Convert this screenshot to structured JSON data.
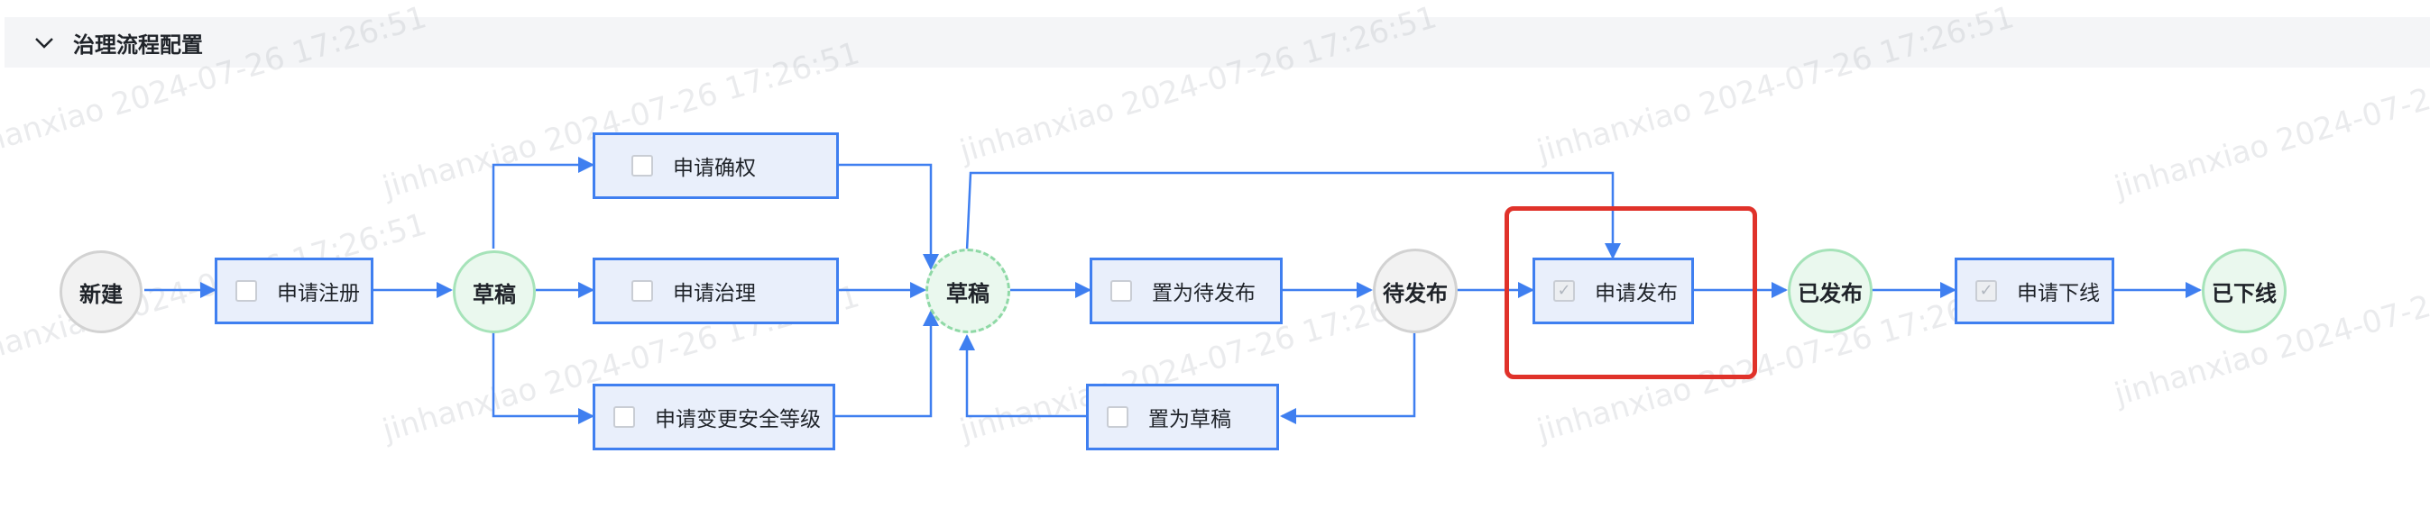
{
  "header": {
    "title": "治理流程配置",
    "toggle_icon": "chevron-down-icon"
  },
  "watermark_text": "jinhanxiao 2024-07-26 17:26:51",
  "colors": {
    "accent": "#3f7ff0",
    "highlight": "#e0322a",
    "state_green": "#a6e3b9",
    "state_grey": "#d2d2d2"
  },
  "states": {
    "new": "新建",
    "draft1": "草稿",
    "draft2": "草稿",
    "pending": "待发布",
    "published": "已发布",
    "offline": "已下线"
  },
  "actions": {
    "apply_register": {
      "label": "申请注册",
      "checked": false
    },
    "apply_ownership": {
      "label": "申请确权",
      "checked": false
    },
    "apply_governance": {
      "label": "申请治理",
      "checked": false
    },
    "apply_security_level": {
      "label": "申请变更安全等级",
      "checked": false
    },
    "set_pending": {
      "label": "置为待发布",
      "checked": false
    },
    "set_draft": {
      "label": "置为草稿",
      "checked": false
    },
    "apply_publish": {
      "label": "申请发布",
      "checked": true
    },
    "apply_offline": {
      "label": "申请下线",
      "checked": true
    }
  }
}
